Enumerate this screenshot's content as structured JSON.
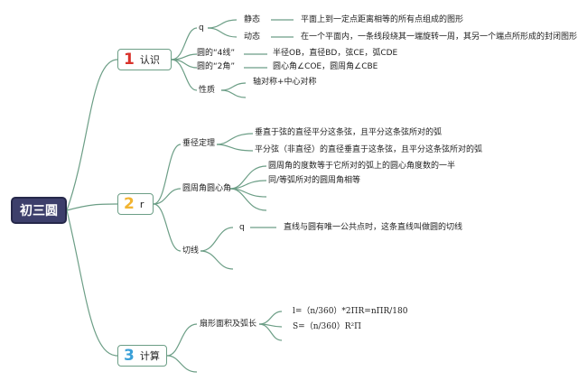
{
  "root": {
    "label": "初三圆"
  },
  "branch1": {
    "num": "1",
    "num_color": "#d9322b",
    "label": "认识",
    "q_tag": "q",
    "jingtai": {
      "label": "静态",
      "text": "平面上到一定点距离相等的所有点组成的图形"
    },
    "dongtai": {
      "label": "动态",
      "text": "在一个平面内，一条线段绕其一端旋转一周，其另一个端点所形成的封闭图形"
    },
    "sixian": {
      "label": "圆的“4线”",
      "text": "半径OB，直径BD，弦CE，弧CDE"
    },
    "erjiao": {
      "label": "圆的“2角”",
      "text": "圆心角∠COE，圆周角∠CBE"
    },
    "xingzhi": {
      "label": "性质",
      "text": "轴对称+中心对称"
    }
  },
  "branch2": {
    "num": "2",
    "num_color": "#f2b431",
    "label": "r",
    "chuijing": {
      "label": "垂径定理",
      "items": [
        "垂直于弦的直径平分这条弦，且平分这条弦所对的弧",
        "平分弦（非直径）的直径垂直于这条弦，且平分这条弦所对的弧"
      ]
    },
    "yuanzhou": {
      "label": "圆周角圆心角",
      "items": [
        "圆周角的度数等于它所对的弧上的圆心角度数的一半",
        "同/等弧所对的圆周角相等"
      ]
    },
    "qiexian": {
      "label": "切线",
      "q_tag": "q",
      "text": "直线与圆有唯一公共点时，这条直线叫做圆的切线"
    }
  },
  "branch3": {
    "num": "3",
    "num_color": "#3aa0d8",
    "label": "计算",
    "shanxing": {
      "label": "扇形面积及弧长",
      "items": [
        "l=（n/360）*2ΠR=nΠR/180",
        "S=（n/360）R²Π"
      ]
    }
  },
  "colors": {
    "link": "#6c9e86",
    "root_bg": "#3d3f6b"
  }
}
